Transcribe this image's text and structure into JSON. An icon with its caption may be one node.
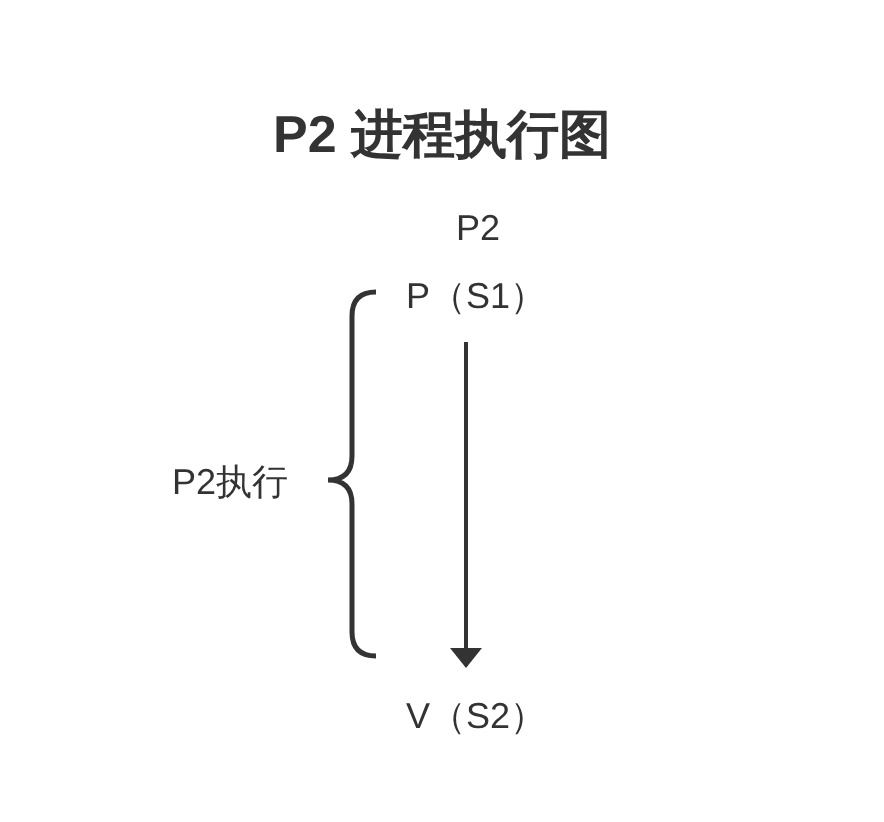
{
  "diagram": {
    "title": "P2 进程执行图",
    "nodes": [
      {
        "text": [
          "P（S1）"
        ]
      },
      {
        "text": [
          "V（S2）"
        ]
      }
    ],
    "edges": [
      {
        "from": 0,
        "to": 1,
        "arrow": "to"
      }
    ],
    "labels": [
      "P2",
      "P2执行"
    ]
  }
}
